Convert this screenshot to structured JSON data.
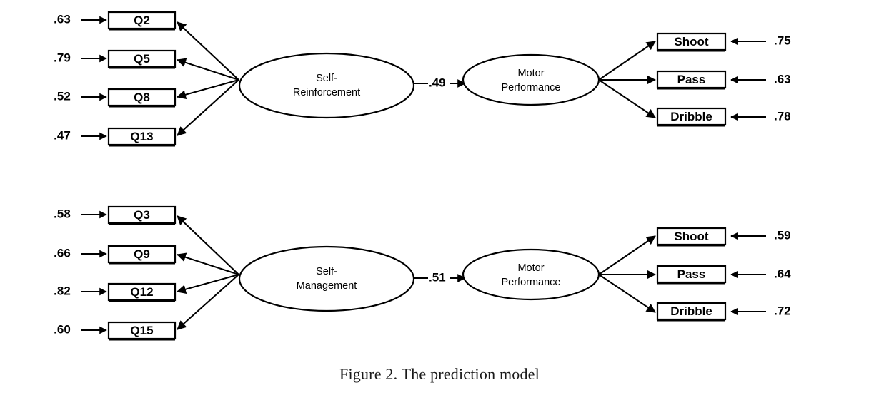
{
  "figure": {
    "caption": "Figure 2. The prediction model"
  },
  "chart_data": {
    "type": "diagram",
    "title": "Figure 2. The prediction model",
    "diagram_kind": "structural-equation-path-model",
    "models": [
      {
        "id": "model-1",
        "predictor_latent": "Self-Reinforcement",
        "predictor_latent_lines": [
          "Self-",
          "Reinforcement"
        ],
        "outcome_latent": "Motor Performance",
        "outcome_latent_lines": [
          "Motor",
          "Performance"
        ],
        "structural_path": ".49",
        "indicators_left": [
          {
            "name": "Q2",
            "loading": ".63"
          },
          {
            "name": "Q5",
            "loading": ".79"
          },
          {
            "name": "Q8",
            "loading": ".52"
          },
          {
            "name": "Q13",
            "loading": ".47"
          }
        ],
        "indicators_right": [
          {
            "name": "Shoot",
            "loading": ".75"
          },
          {
            "name": "Pass",
            "loading": ".63"
          },
          {
            "name": "Dribble",
            "loading": ".78"
          }
        ]
      },
      {
        "id": "model-2",
        "predictor_latent": "Self-Management",
        "predictor_latent_lines": [
          "Self-",
          "Management"
        ],
        "outcome_latent": "Motor Performance",
        "outcome_latent_lines": [
          "Motor",
          "Performance"
        ],
        "structural_path": ".51",
        "indicators_left": [
          {
            "name": "Q3",
            "loading": ".58"
          },
          {
            "name": "Q9",
            "loading": ".66"
          },
          {
            "name": "Q12",
            "loading": ".82"
          },
          {
            "name": "Q15",
            "loading": ".60"
          }
        ],
        "indicators_right": [
          {
            "name": "Shoot",
            "loading": ".59"
          },
          {
            "name": "Pass",
            "loading": ".64"
          },
          {
            "name": "Dribble",
            "loading": ".72"
          }
        ]
      }
    ],
    "colors": {
      "stroke": "#000000",
      "fill": "#ffffff",
      "text": "#000000"
    }
  }
}
